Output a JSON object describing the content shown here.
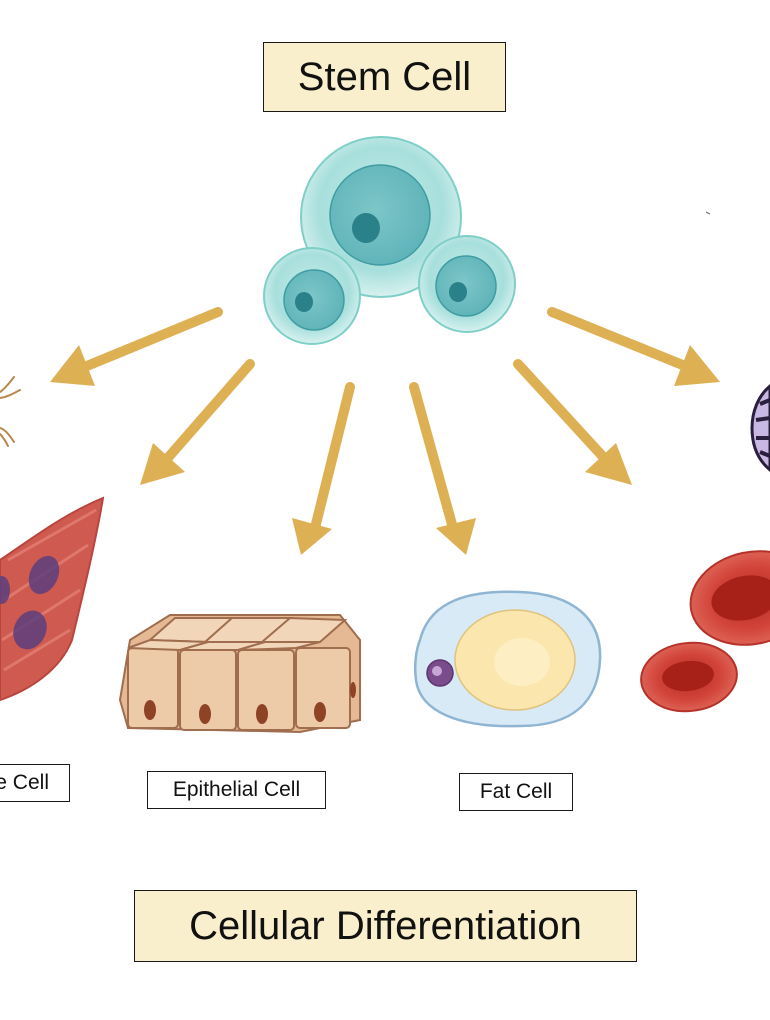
{
  "diagram": {
    "title": "Stem Cell",
    "caption": "Cellular Differentiation",
    "labels": {
      "muscle_cell_partial": "e Cell",
      "epithelial_cell": "Epithelial Cell",
      "fat_cell": "Fat Cell"
    }
  },
  "colors": {
    "arrow": "#dcb053",
    "stem_cell": "#9fdcd8",
    "stem_nucleus": "#2f8f96",
    "title_box_fill": "#f9efcc",
    "muscle": "#cf5a50",
    "epithelial": "#ecc8a3",
    "fat_cytoplasm": "#d7eaf6",
    "fat_droplet": "#fbe7ad",
    "red_blood_cell": "#c93a30"
  },
  "icons": [
    "stem-cell-cluster-icon",
    "nerve-cell-icon",
    "muscle-cell-icon",
    "epithelial-cell-icon",
    "fat-cell-icon",
    "red-blood-cell-icon",
    "white-blood-cell-icon"
  ]
}
